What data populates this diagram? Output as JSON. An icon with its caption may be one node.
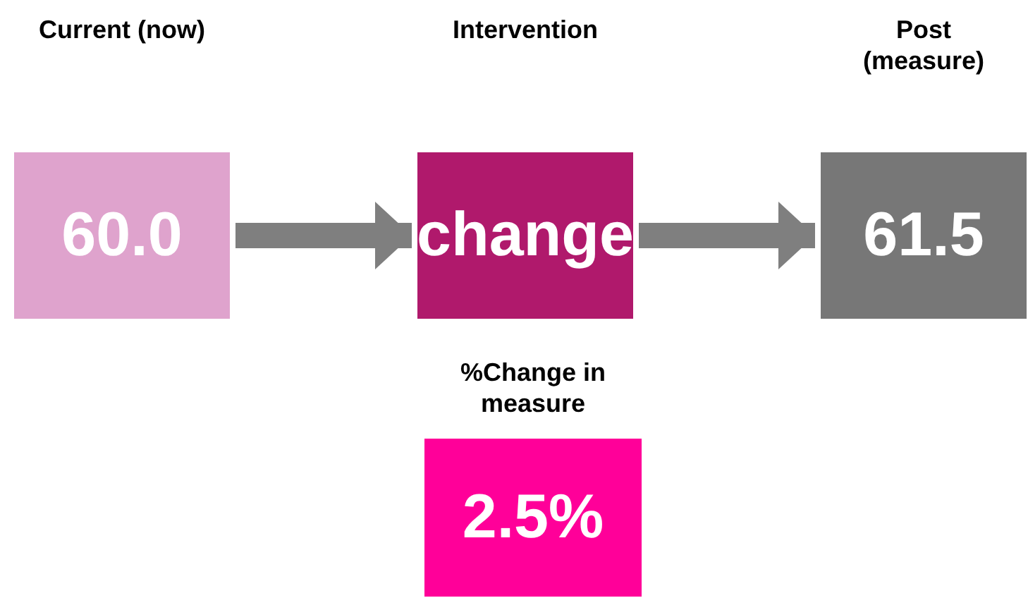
{
  "diagram": {
    "nodes": [
      {
        "text": [
          "Current (now)",
          "60.0"
        ]
      },
      {
        "text": [
          "Intervention",
          "change"
        ]
      },
      {
        "text": [
          "Post (measure)",
          "61.5"
        ]
      },
      {
        "text": [
          "%Change in measure",
          "2.5%"
        ]
      }
    ],
    "edges": [
      {
        "from": 0,
        "to": 1,
        "arrow": "to"
      },
      {
        "from": 1,
        "to": 2,
        "arrow": "to"
      }
    ]
  }
}
